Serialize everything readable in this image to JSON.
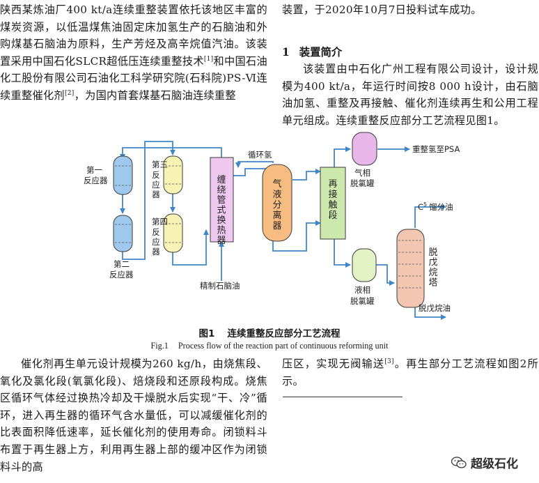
{
  "intro_paragraph": {
    "text_before_ref1": "陕西某炼油厂400 kt/a连续重整装置依托该地区丰富的煤炭资源，以低温煤焦油固定床加氢生产的石脑油和外购煤基石脑油为原料，生产芳烃及高辛烷值汽油。该装置采用中国石化SLCR超低压连续重整技术",
    "ref1": "[1]",
    "text_between": "和中国石油化工股份有限公司石油化工科学研究院(石科院)PS-Ⅵ连续重整催化剂",
    "ref2": "[2]",
    "text_after": "，为国内首套煤基石脑油连续重整"
  },
  "intro_continuation": "装置，于2020年10月7日投料试车成功。",
  "section1": {
    "number": "1",
    "title": "装置简介",
    "paragraph": "该装置由中石化广州工程有限公司设计，设计规模为400 kt/a，年运行时间按8 000 h设计，由石脑油加氢、重整及再接触、催化剂连续再生和公用工程单元组成。连续重整反应部分工艺流程见图1。"
  },
  "figure1": {
    "labels": {
      "reactor1": [
        "第一",
        "反应器"
      ],
      "reactor2": [
        "第二",
        "反应器"
      ],
      "reactor3": [
        "第三",
        "反应器"
      ],
      "reactor4": [
        "第四",
        "反应器"
      ],
      "heat_exchanger": "缠绕管式换热器",
      "gas_liquid_separator": "气液分离器",
      "recontact": "再接触段",
      "gas_dechlorination": [
        "气相",
        "脱氯罐"
      ],
      "liquid_dechlorination": [
        "液相",
        "脱氯罐"
      ],
      "depentanizer": "脱戊烷塔",
      "recycle_hydrogen": "循环氢",
      "hydrogen_to_psa": "重整氢至PSA",
      "c5_fraction": "C",
      "c5_subscript": "5",
      "c5_suffix": "馏分油",
      "depentanized_oil": "脱戊烷油",
      "refined_naphtha": "精制石脑油"
    },
    "colors": {
      "reactors_1_2": "#9ec9ec",
      "reactors_3_4": "#f6f3b5",
      "heat_exchanger": "#eec8ef",
      "separator": "#f6bc82",
      "recontact": "#cde8ad",
      "gas_drum": "#e8b8ea",
      "liquid_drum": "#e3f2c4",
      "depentanizer": "#f3c6b2",
      "line": "#3f86c9"
    },
    "caption_cn_num": "图1",
    "caption_cn_title": "连续重整反应部分工艺流程",
    "caption_en_num": "Fig.1",
    "caption_en_title": "Process flow of the reaction part of continuous reforming unit"
  },
  "regen_paragraph": {
    "text": "催化剂再生单元设计规模为260 kg/h，由烧焦段、氧化及氯化段(氧氯化段)、焙烧段和还原段构成。烧焦区循环气体经过换热冷却及干燥脱水后实现“干、冷”循环，进入再生器的循环气含水量低，可以减缓催化剂的比表面积降低速率，延长催化剂的使用寿命。闭锁料斗布置于再生器上方，利用再生器上部的缓冲区作为闭锁料斗的高"
  },
  "regen_continuation": {
    "text_before_ref": "压区，实现无阀输送",
    "ref": "[3]",
    "text_after": "。再生部分工艺流程如图2所示。"
  },
  "watermark": {
    "icon": "wechat-icon",
    "text": "超级石化"
  }
}
